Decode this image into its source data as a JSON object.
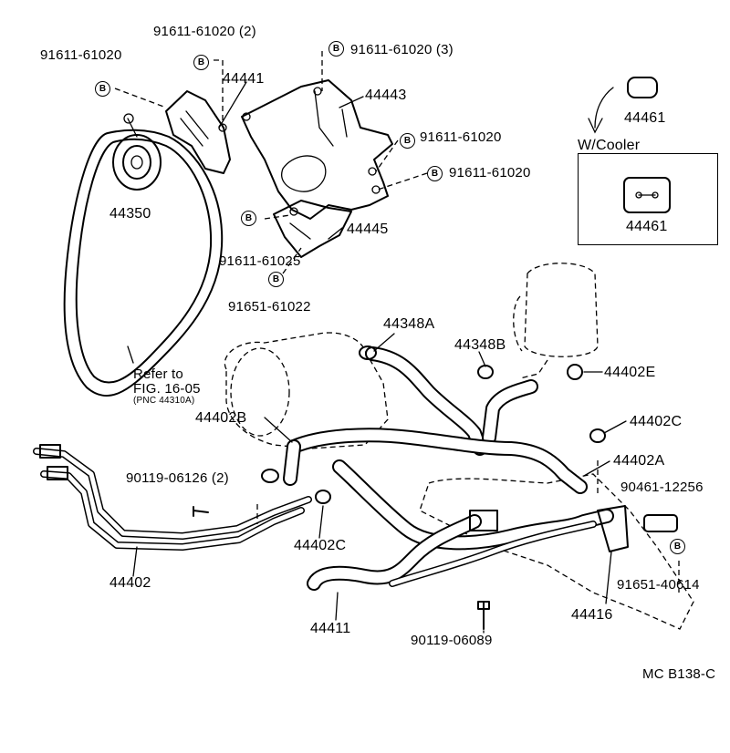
{
  "labels": {
    "bolt_tl": "91611-61020",
    "bolt_t2": "91611-61020 (2)",
    "part_44441": "44441",
    "bolt_t3": "91611-61020 (3)",
    "part_44443": "44443",
    "bolt_r1": "91611-61020",
    "bolt_r2": "91611-61020",
    "part_44445": "44445",
    "bolt_61025": "91611-61025",
    "bolt_61022": "91651-61022",
    "part_44350": "44350",
    "refer_line1": "Refer to",
    "refer_line2": "FIG. 16-05",
    "refer_line3": "(PNC 44310A)",
    "part_44348A": "44348A",
    "part_44348B": "44348B",
    "part_44402E": "44402E",
    "part_44402B": "44402B",
    "part_44402C_r": "44402C",
    "part_44402A": "44402A",
    "bolt_06126": "90119-06126 (2)",
    "bolt_12256": "90461-12256",
    "part_44402C_b": "44402C",
    "part_44402": "44402",
    "bolt_40614": "91651-40614",
    "part_44416": "44416",
    "part_44411": "44411",
    "bolt_06089": "90119-06089",
    "inset_top_part": "44461",
    "inset_title": "W/Cooler",
    "inset_part": "44461",
    "figure_code": "MC B138-C"
  },
  "marker": "B"
}
